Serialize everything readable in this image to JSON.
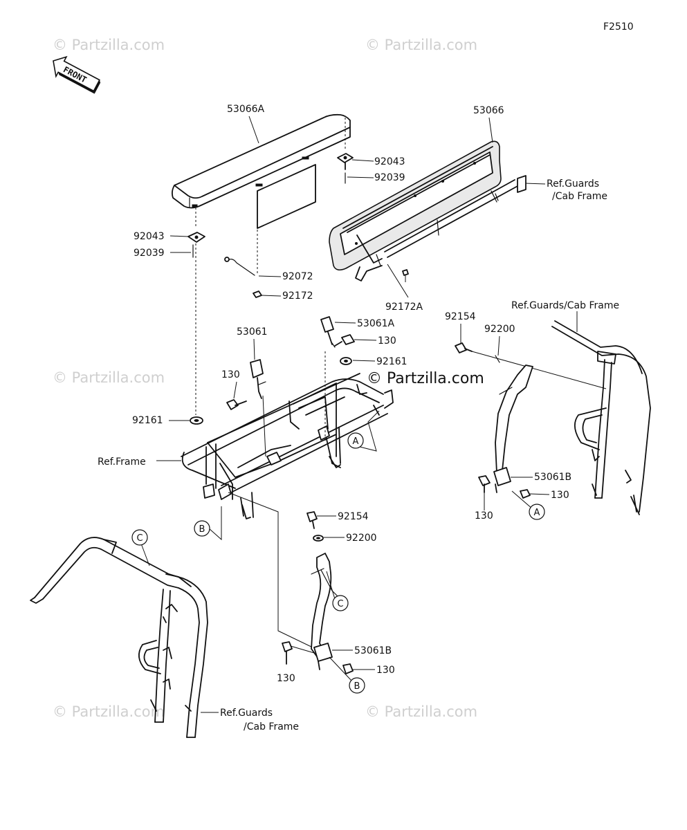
{
  "figure_id": "F2510",
  "front_arrow_label": "FRONT",
  "watermark": "© Partzilla.com",
  "parts": {
    "p53066A": "53066A",
    "p53066": "53066",
    "p92043_top": "92043",
    "p92039_top": "92039",
    "p92043_left": "92043",
    "p92039_left": "92039",
    "p92072": "92072",
    "p92172": "92172",
    "p92172A": "92172A",
    "p53061A": "53061A",
    "p130_a": "130",
    "p92161_top": "92161",
    "p53061": "53061",
    "p130_b": "130",
    "p92161_left": "92161",
    "p92154_r": "92154",
    "p92200_r": "92200",
    "p53061B_r": "53061B",
    "p130_c": "130",
    "p130_d": "130",
    "p92154_c": "92154",
    "p92200_c": "92200",
    "p53061B_c": "53061B",
    "p130_e": "130",
    "p130_f": "130"
  },
  "refs": {
    "guards_cab_top_1": "Ref.Guards",
    "guards_cab_top_2": "/Cab Frame",
    "guards_cab_right": "Ref.Guards/Cab Frame",
    "frame": "Ref.Frame",
    "guards_cab_bottom_1": "Ref.Guards",
    "guards_cab_bottom_2": "/Cab Frame"
  },
  "callouts": {
    "a1": "A",
    "a2": "A",
    "b1": "B",
    "b2": "B",
    "c1": "C",
    "c2": "C"
  }
}
